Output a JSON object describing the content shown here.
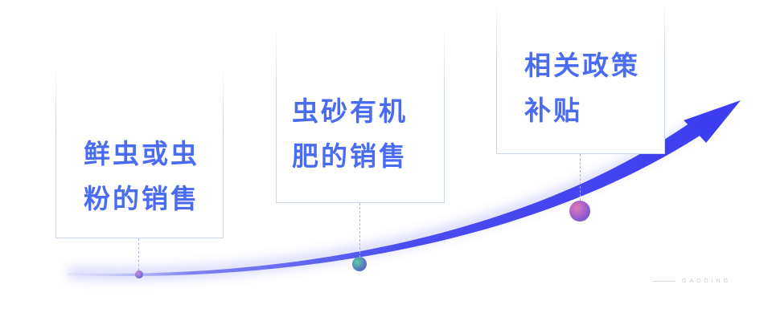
{
  "milestones": [
    {
      "lines": [
        "鲜虫或虫",
        "粉的销售"
      ]
    },
    {
      "lines": [
        "虫砂有机",
        "肥的销售"
      ]
    },
    {
      "lines": [
        "相关政策",
        "补贴"
      ]
    }
  ],
  "watermark": {
    "text": "GAODING"
  },
  "colors": {
    "text": "#4a6cf0",
    "curve_start": "#c9ccf6",
    "curve_end": "#3d3df2",
    "card_border": "#c9d6ec",
    "connector": "#a9b6cc"
  }
}
